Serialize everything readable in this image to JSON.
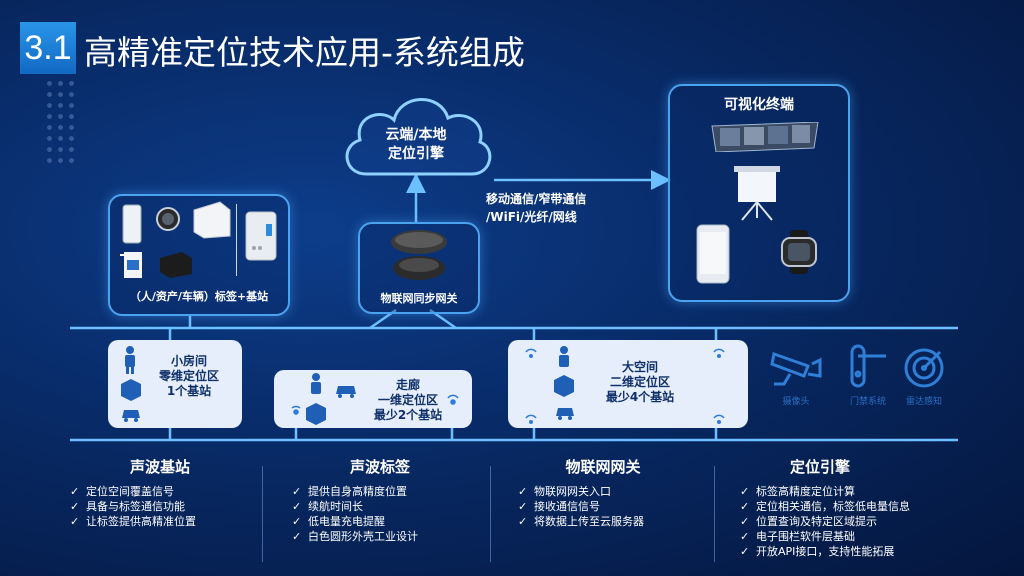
{
  "title": {
    "number": "3.1",
    "text": "高精准定位技术应用-系统组成"
  },
  "cloud": {
    "line1": "云端/本地",
    "line2": "定位引擎"
  },
  "visual_terminal": {
    "title": "可视化终端"
  },
  "network": {
    "line1": "移动通信/窄带通信",
    "line2": "/WiFi/光纤/网线"
  },
  "gateway": {
    "label": "物联网同步网关"
  },
  "devices": {
    "label": "（人/资产/车辆）标签+基站"
  },
  "zones": {
    "small_room": {
      "l1": "小房间",
      "l2": "零维定位区",
      "l3": "1个基站"
    },
    "corridor": {
      "l1": "走廊",
      "l2": "一维定位区",
      "l3": "最少2个基站"
    },
    "big_space": {
      "l1": "大空间",
      "l2": "二维定位区",
      "l3": "最少4个基站"
    }
  },
  "security_icons": [
    {
      "label": "摄像头"
    },
    {
      "label": "门禁系统"
    },
    {
      "label": "雷达感知"
    }
  ],
  "columns": [
    {
      "title": "声波基站",
      "items": [
        "定位空间覆盖信号",
        "具备与标签通信功能",
        "让标签提供高精准位置"
      ]
    },
    {
      "title": "声波标签",
      "items": [
        "提供自身高精度位置",
        "续航时间长",
        "低电量充电提醒",
        "白色圆形外壳工业设计"
      ]
    },
    {
      "title": "物联网网关",
      "items": [
        "物联网网关入口",
        "接收通信信号",
        "将数据上传至云服务器"
      ]
    },
    {
      "title": "定位引擎",
      "items": [
        "标签高精度定位计算",
        "定位相关通信，标签低电量信息",
        "位置查询及特定区域提示",
        "电子围栏软件层基础",
        "开放API接口，支持性能拓展"
      ]
    }
  ],
  "tick_glyph": "✓",
  "colors": {
    "accent": "#4aa3ee",
    "zone_bg": "#e6eefb",
    "title_box": "#1f7fd8"
  }
}
